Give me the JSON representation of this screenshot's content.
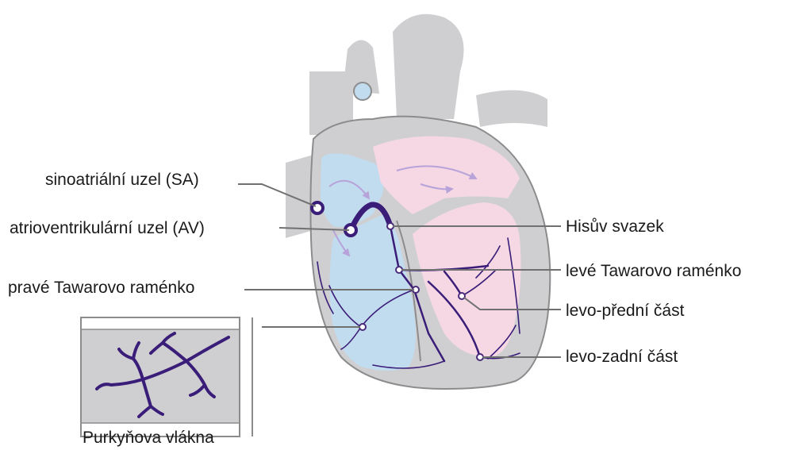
{
  "labels": {
    "sa_node": "sinoatriální uzel (SA)",
    "av_node": "atrioventrikulární uzel (AV)",
    "right_bundle": "pravé Tawarovo raménko",
    "his_bundle": "Hisův svazek",
    "left_bundle": "levé Tawarovo raménko",
    "left_anterior": "levo-přední část",
    "left_posterior": "levo-zadní část",
    "purkinje": "Purkyňova vlákna"
  },
  "colors": {
    "heart_wall": "#cfcfd1",
    "right_chambers": "#c2dcef",
    "left_chambers": "#f5d8e4",
    "conduction_fibers": "#3a1d78",
    "arrows": "#b7a3d9"
  }
}
